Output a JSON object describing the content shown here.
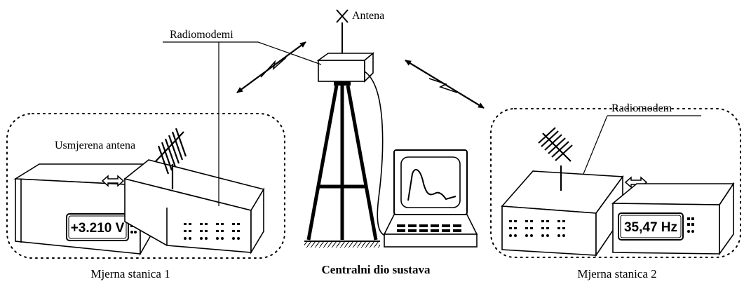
{
  "labels": {
    "antena": "Antena",
    "radiomodemi": "Radiomodemi",
    "radiomodem": "Radiomodem",
    "usmjerena_antena": "Usmjerena antena"
  },
  "displays": {
    "station1_reading": "+3.210 V",
    "station2_reading": "35,47 Hz"
  },
  "captions": {
    "station1": "Mjerna stanica 1",
    "central": "Centralni dio sustava",
    "station2": "Mjerna stanica 2"
  }
}
